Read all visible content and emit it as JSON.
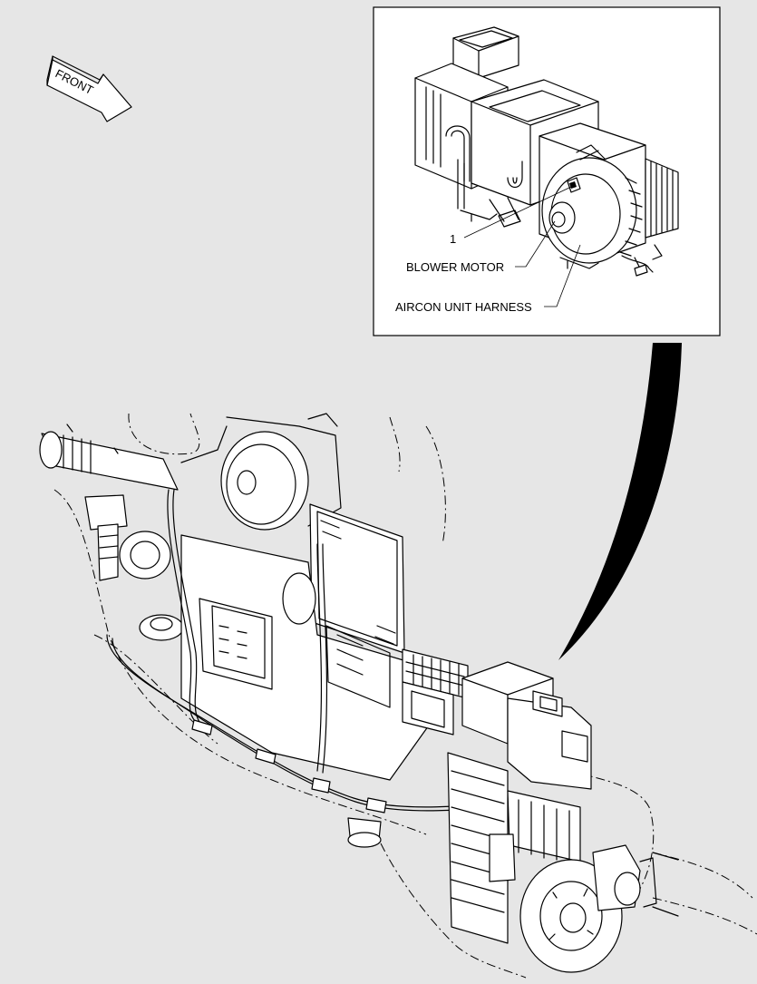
{
  "direction_arrow": {
    "label": "FRONT",
    "icon": "front-arrow-icon"
  },
  "detail_view": {
    "callouts": [
      {
        "id": "part-number",
        "text": "1"
      },
      {
        "id": "blower-motor",
        "text": "BLOWER MOTOR"
      },
      {
        "id": "aircon-unit-harness",
        "text": "AIRCON UNIT HARNESS"
      }
    ]
  },
  "colors": {
    "background": "#e6e6e6",
    "linework": "#000000",
    "panel": "#ffffff"
  }
}
